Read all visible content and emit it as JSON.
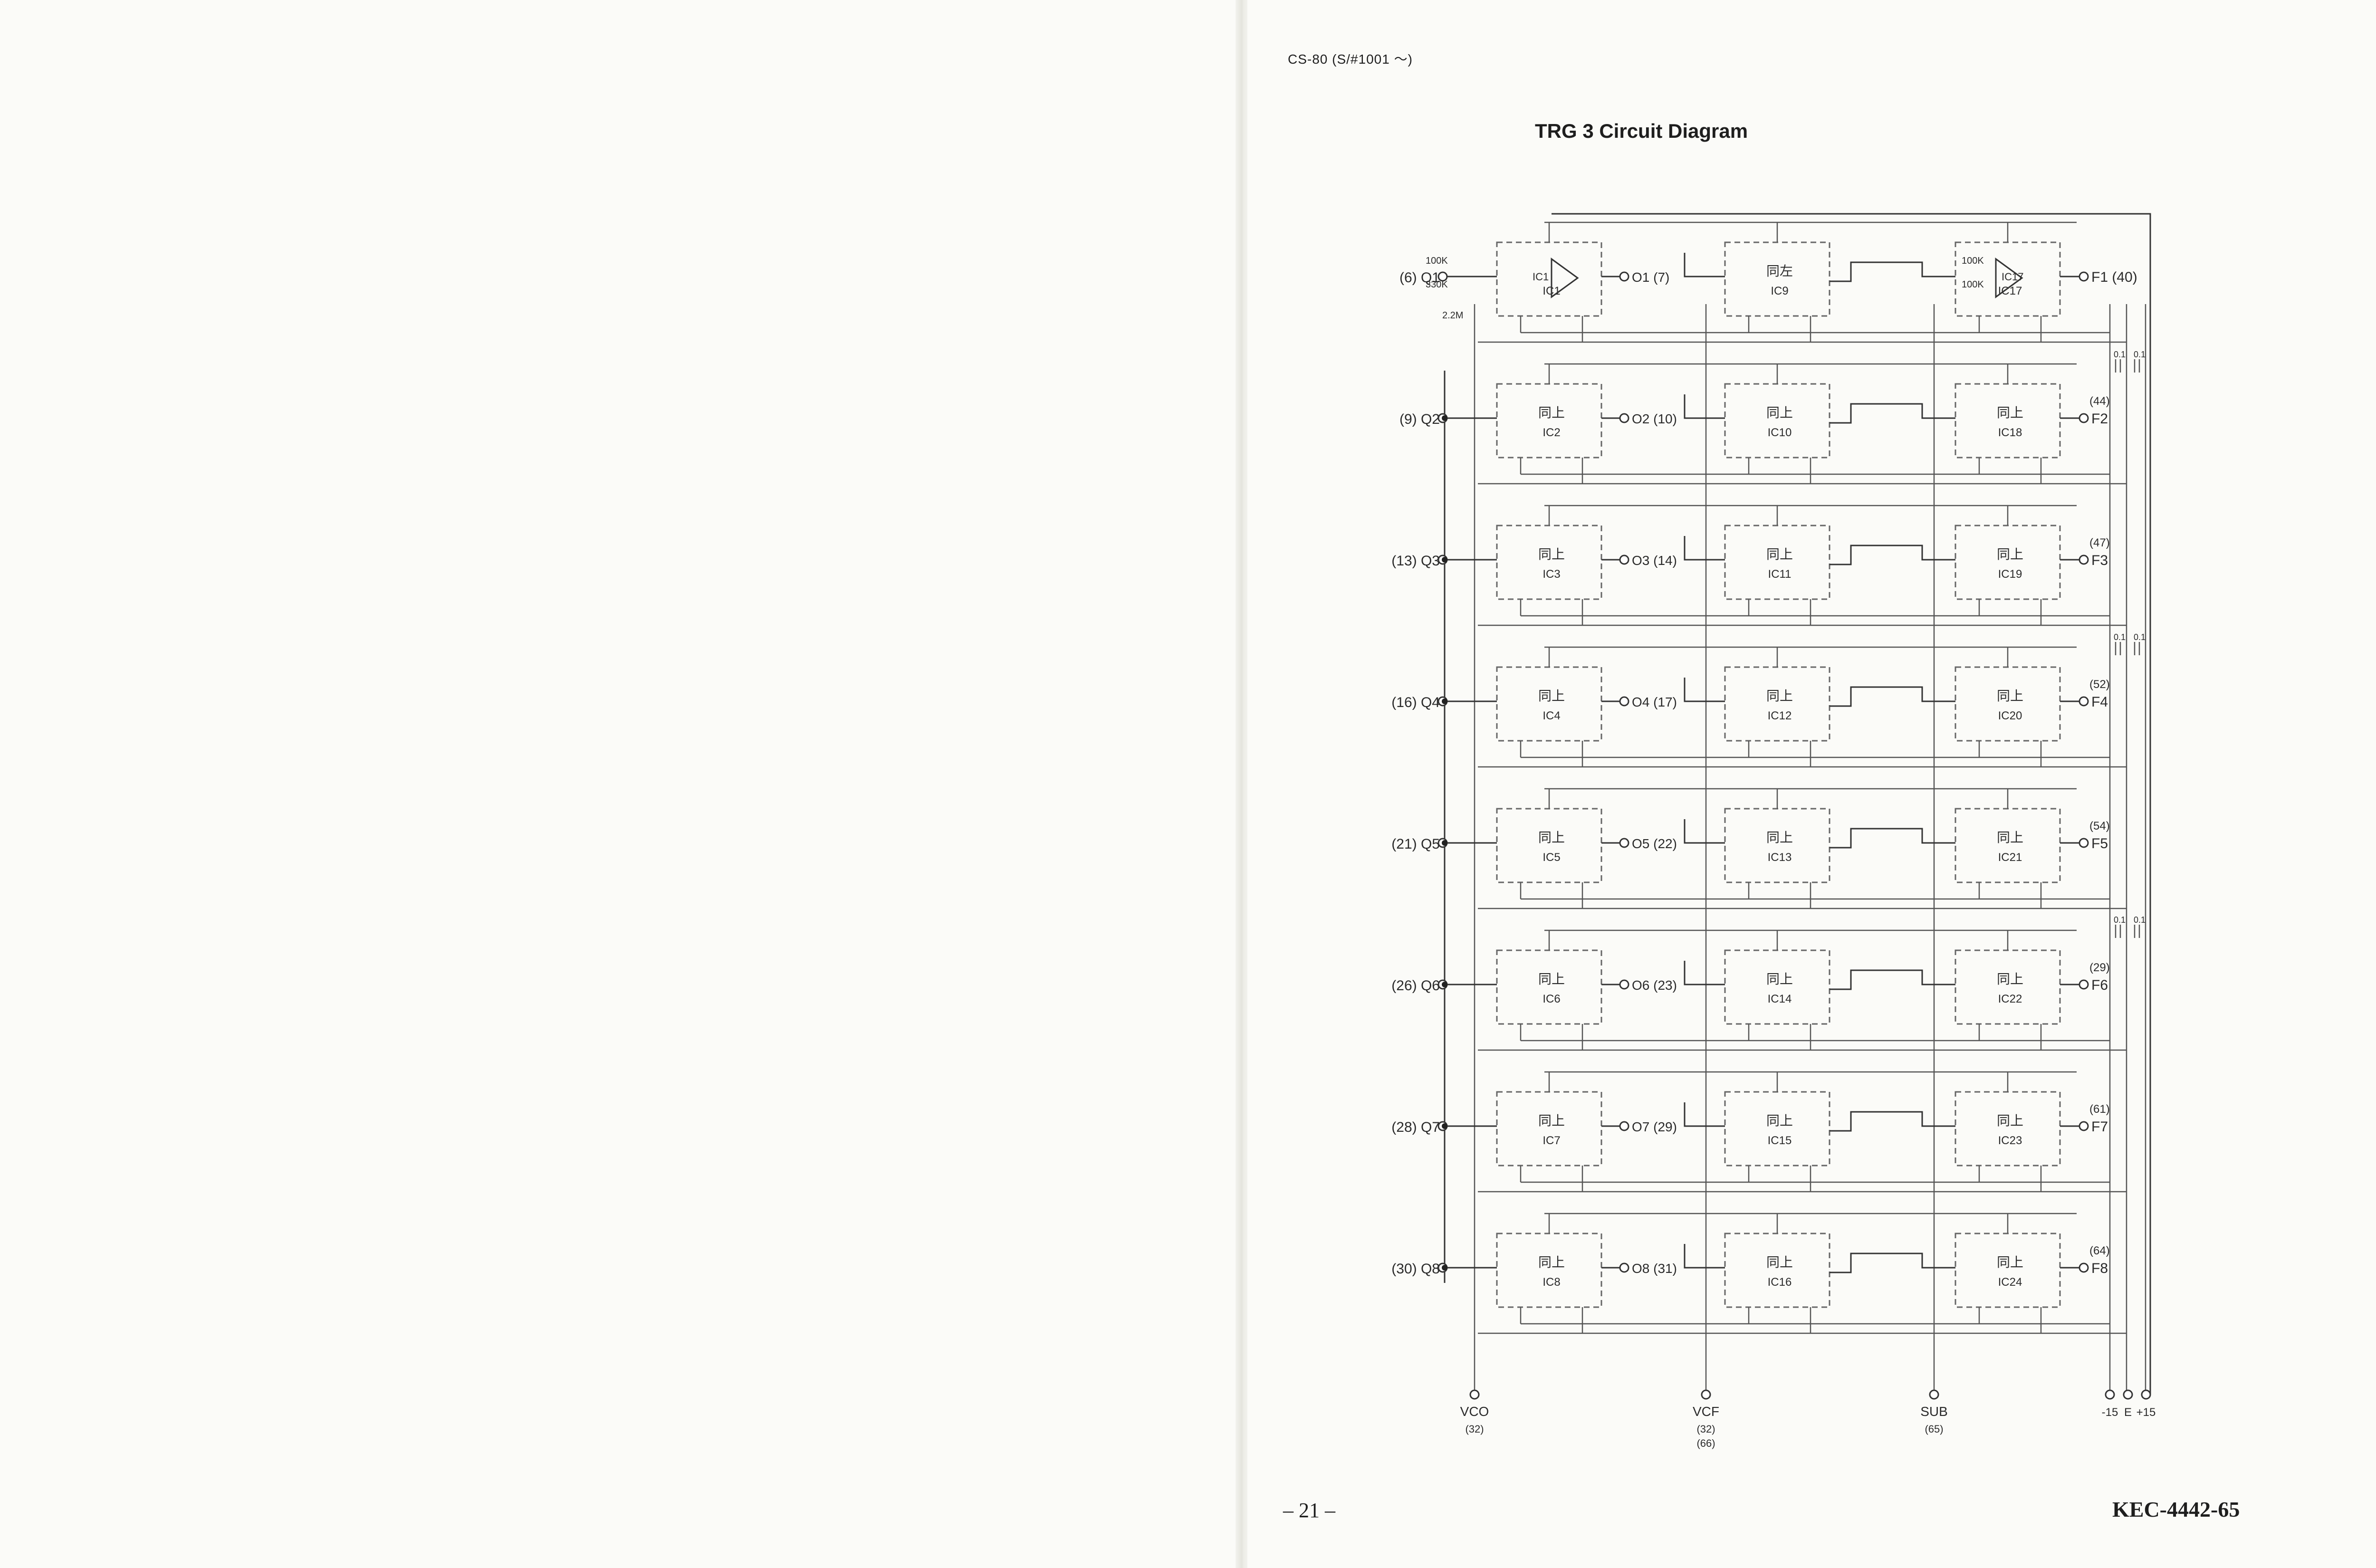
{
  "header": {
    "model_code": "CS-80 (S/#1001 ～)"
  },
  "title": "TRG 3 Circuit Diagram",
  "footer": {
    "page_number": "– 21 –",
    "doc_code": "KEC-4442-65"
  },
  "schematic": {
    "ic1_components": [
      "100K",
      "330K",
      "2.2M",
      "IC1"
    ],
    "ic17_components": [
      "100K",
      "100K",
      "IC17"
    ],
    "rows": [
      {
        "input": "(6) Q1",
        "col1_ic": "IC1",
        "mid_output": "O1 (7)",
        "col2_label": "同左",
        "col2_ic": "IC9",
        "col3_label": "",
        "col3_ic": "IC17",
        "output_pin": "",
        "output": "F1 (40)"
      },
      {
        "input": "(9) Q2",
        "col1_label": "同上",
        "col1_ic": "IC2",
        "mid_output": "O2 (10)",
        "col2_label": "同上",
        "col2_ic": "IC10",
        "col3_label": "同上",
        "col3_ic": "IC18",
        "output_pin": "(44)",
        "output": "F2"
      },
      {
        "input": "(13) Q3",
        "col1_label": "同上",
        "col1_ic": "IC3",
        "mid_output": "O3 (14)",
        "col2_label": "同上",
        "col2_ic": "IC11",
        "col3_label": "同上",
        "col3_ic": "IC19",
        "output_pin": "(47)",
        "output": "F3"
      },
      {
        "input": "(16) Q4",
        "col1_label": "同上",
        "col1_ic": "IC4",
        "mid_output": "O4 (17)",
        "col2_label": "同上",
        "col2_ic": "IC12",
        "col3_label": "同上",
        "col3_ic": "IC20",
        "output_pin": "(52)",
        "output": "F4"
      },
      {
        "input": "(21) Q5",
        "col1_label": "同上",
        "col1_ic": "IC5",
        "mid_output": "O5 (22)",
        "col2_label": "同上",
        "col2_ic": "IC13",
        "col3_label": "同上",
        "col3_ic": "IC21",
        "output_pin": "(54)",
        "output": "F5"
      },
      {
        "input": "(26) Q6",
        "col1_label": "同上",
        "col1_ic": "IC6",
        "mid_output": "O6 (23)",
        "col2_label": "同上",
        "col2_ic": "IC14",
        "col3_label": "同上",
        "col3_ic": "IC22",
        "output_pin": "(29)",
        "output": "F6"
      },
      {
        "input": "(28) Q7",
        "col1_label": "同上",
        "col1_ic": "IC7",
        "mid_output": "O7 (29)",
        "col2_label": "同上",
        "col2_ic": "IC15",
        "col3_label": "同上",
        "col3_ic": "IC23",
        "output_pin": "(61)",
        "output": "F7"
      },
      {
        "input": "(30) Q8",
        "col1_label": "同上",
        "col1_ic": "IC8",
        "mid_output": "O8 (31)",
        "col2_label": "同上",
        "col2_ic": "IC16",
        "col3_label": "同上",
        "col3_ic": "IC24",
        "output_pin": "(64)",
        "output": "F8"
      }
    ],
    "capacitors": [
      "0.1",
      "0.1"
    ],
    "bottom_terminals": [
      {
        "name": "VCO",
        "pins": [
          "(32)"
        ]
      },
      {
        "name": "VCF",
        "pins": [
          "(32)",
          "(66)"
        ]
      },
      {
        "name": "SUB",
        "pins": [
          "(65)"
        ]
      },
      {
        "name": "-15",
        "pins": []
      },
      {
        "name": "E",
        "pins": []
      },
      {
        "name": "+15",
        "pins": []
      }
    ]
  }
}
